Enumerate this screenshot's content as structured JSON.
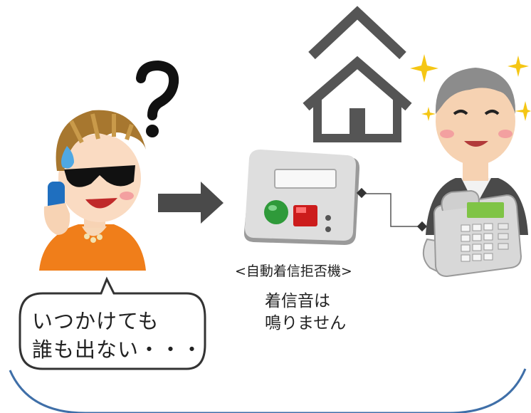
{
  "caller": {
    "speech_line1": "いつかけても",
    "speech_line2": "誰も出ない・・・"
  },
  "device": {
    "caption": "<自動着信拒否機>",
    "note_line1": "着信音は",
    "note_line2": "鳴りません"
  },
  "colors": {
    "frame_line": "#3f6fa8",
    "arrow": "#4a4a4a",
    "house": "#555555",
    "device_body": "#dedede",
    "green_button": "#2f9a3a",
    "red_button": "#cc1c1c",
    "caller_shirt": "#f07e1a",
    "caller_hair": "#a7772f",
    "sweat_drop": "#4fa8e3",
    "sparkle": "#f5c614",
    "phone_display": "#7fc446"
  },
  "icons": [
    "caller-illustration",
    "question-mark-icon",
    "arrow-right-icon",
    "house-icon",
    "call-blocker-device-icon",
    "telephone-icon",
    "elderly-man-illustration",
    "sparkle-icon"
  ]
}
